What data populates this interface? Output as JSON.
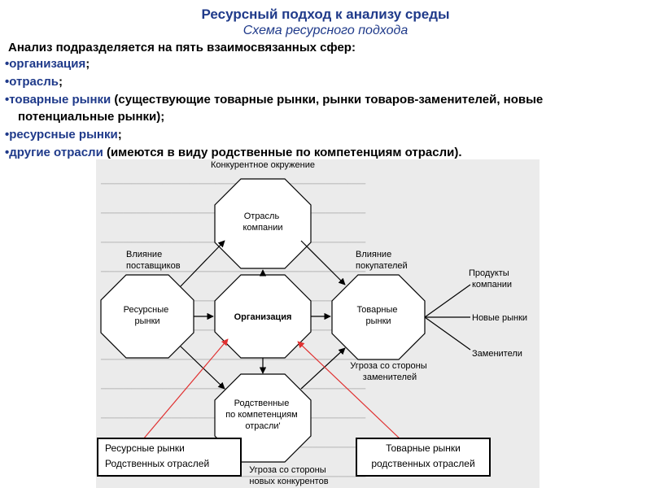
{
  "header": {
    "title": "Ресурсный подход к анализу среды",
    "subtitle": "Схема ресурсного подхода"
  },
  "text": {
    "intro": "Анализ подразделяется на пять взаимосвязанных сфер:",
    "items": [
      {
        "term": "•организация",
        "rest": ";"
      },
      {
        "term": "•отрасль",
        "rest": ";"
      },
      {
        "term": "•товарные рынки",
        "rest": " (существующие товарные рынки, рынки товаров-заменителей, новые"
      },
      {
        "term": "",
        "rest": "потенциальные рынки);"
      },
      {
        "term": "•ресурсные рынки",
        "rest": ";"
      },
      {
        "term": "•другие отрасли",
        "rest": " (имеются в виду родственные по компетенциям отрасли)."
      }
    ]
  },
  "diagram": {
    "competitive_env": "Конкурентное окружение",
    "industry": [
      "Отрасль",
      "компании"
    ],
    "resource_markets": [
      "Ресурсные",
      "рынки"
    ],
    "organization": "Организация",
    "product_markets": [
      "Товарные",
      "рынки"
    ],
    "related": [
      "Родственные",
      "по компетенциям",
      "отрасли'"
    ],
    "supplier_influence": [
      "Влияние",
      "поставщиков"
    ],
    "buyer_influence": [
      "Влияние",
      "покупателей"
    ],
    "substitute_threat": [
      "Угроза со стороны",
      "заменителей"
    ],
    "new_entrants_threat": [
      "Угроза со стороны",
      "новых конкурентов"
    ],
    "company_products": [
      "Продукты",
      "компании"
    ],
    "new_markets": "Новые рынки",
    "substitutes": "Заменители"
  },
  "callouts": {
    "left": [
      "Ресурсные рынки",
      "Родственных отраслей"
    ],
    "right": [
      "Товарные рынки",
      "родственных отраслей"
    ]
  },
  "colors": {
    "title": "#1f3a8a",
    "pointer": "#e03030"
  }
}
